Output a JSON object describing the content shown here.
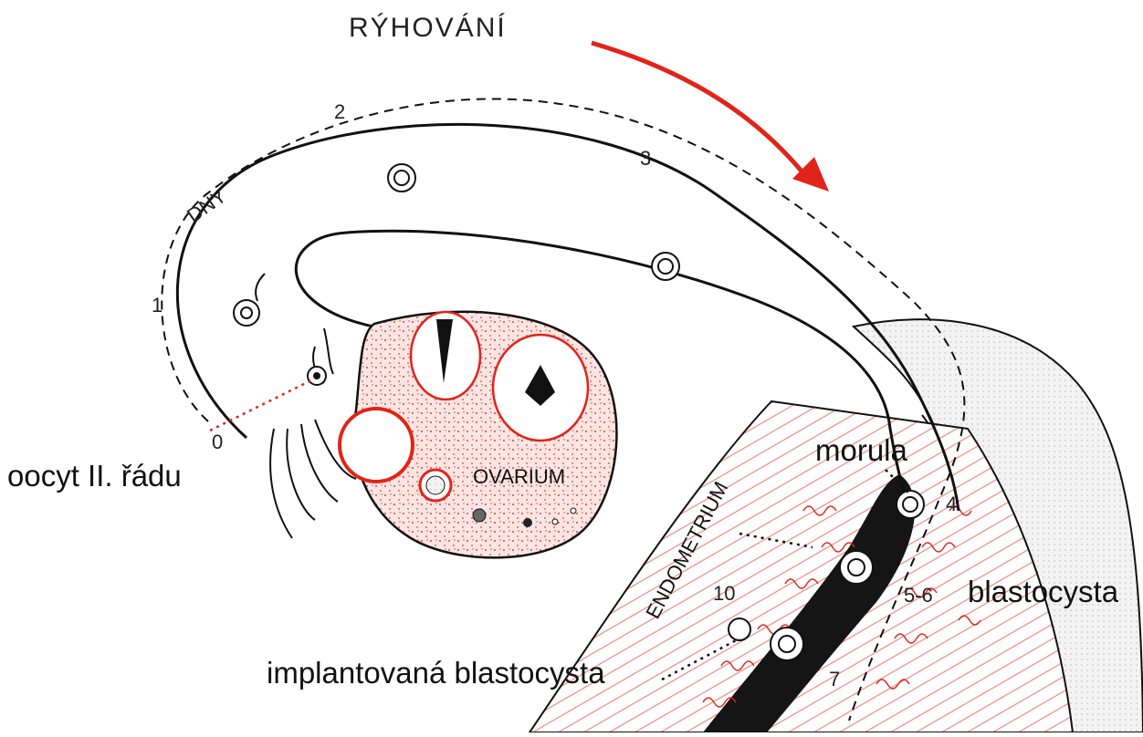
{
  "title": "RÝHOVÁNÍ",
  "days_label": "DNY",
  "day_markers": [
    "0",
    "1",
    "2",
    "3",
    "4",
    "5-6",
    "7",
    "10"
  ],
  "labels": {
    "oocyte": "oocyt II. řádu",
    "ovary": "OVARIUM",
    "endometrium": "ENDOMETRIUM",
    "morula": "morula",
    "blastocyst": "blastocysta",
    "implanted": "implantovaná blastocysta"
  },
  "colors": {
    "arrow": "#e2231a",
    "stipple": "#d9423a",
    "line": "#111111"
  }
}
